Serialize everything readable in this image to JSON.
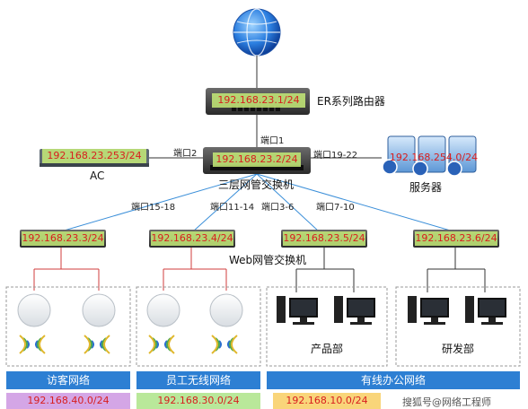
{
  "router": {
    "ip": "192.168.23.1/24",
    "label": "ER系列路由器"
  },
  "core_switch": {
    "ip": "192.168.23.2/24",
    "label": "三层网管交换机"
  },
  "ac": {
    "ip": "192.168.23.253/24",
    "label": "AC"
  },
  "servers": {
    "ip": "192.168.254.0/24",
    "label": "服务器"
  },
  "ports": {
    "p1": "端口1",
    "p2": "端口2",
    "p19": "端口19-22",
    "p15": "端口15-18",
    "p11": "端口11-14",
    "p3": "端口3-6",
    "p7": "端口7-10"
  },
  "access_switches": {
    "label": "Web网管交换机",
    "items": [
      {
        "ip": "192.168.23.3/24"
      },
      {
        "ip": "192.168.23.4/24"
      },
      {
        "ip": "192.168.23.5/24"
      },
      {
        "ip": "192.168.23.6/24"
      }
    ]
  },
  "depts": {
    "product": "产品部",
    "rnd": "研发部"
  },
  "networks": {
    "guest": {
      "name": "访客网络",
      "subnet": "192.168.40.0/24"
    },
    "staff": {
      "name": "员工无线网络",
      "subnet": "192.168.30.0/24"
    },
    "wired": {
      "name": "有线办公网络",
      "subnet": "192.168.10.0/24"
    }
  },
  "watermark": "搜狐号@网络工程师",
  "colors": {
    "accent": "#2d7fd3",
    "ip_red": "#d81e1e",
    "ip_bg": "#c6eb78"
  }
}
